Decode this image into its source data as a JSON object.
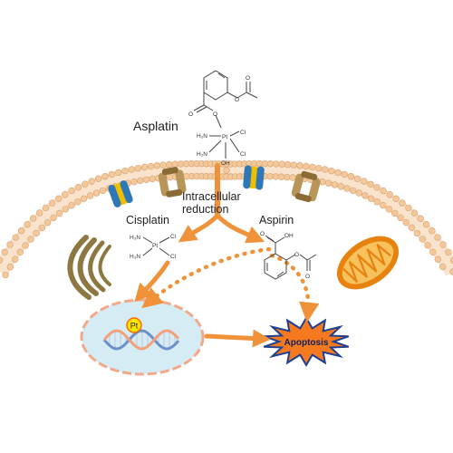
{
  "labels": {
    "asplatin": "Asplatin",
    "intracellular_reduction": "Intracellular\nreduction",
    "cisplatin": "Cisplatin",
    "aspirin": "Aspirin",
    "pt": "Pt",
    "apoptosis": "Apoptosis"
  },
  "structure_text": {
    "asplatin": {
      "o1": "O",
      "o2": "O",
      "o3": "O",
      "o4": "O",
      "h2n_1": "H₂N",
      "h2n_2": "H₂N",
      "pt": "Pt",
      "cl1": "Cl",
      "cl2": "Cl",
      "oh": "OH"
    },
    "cisplatin": {
      "h3n_1": "H₃N",
      "h3n_2": "H₃N",
      "pt": "Pt",
      "cl1": "Cl",
      "cl2": "Cl"
    },
    "aspirin": {
      "o1": "O",
      "oh": "OH",
      "o2": "O",
      "o3": "O"
    }
  },
  "colors": {
    "membrane_head": "#f3c89a",
    "membrane_stroke": "#d9a373",
    "arrow": "#f0923a",
    "channel_blue": "#2e78b8",
    "channel_tan": "#b8965a",
    "golgi": "#8c7840",
    "mito_outer": "#e8820f",
    "mito_inner": "#f7c15c",
    "nucleus_fill": "#d6ecf5",
    "nucleus_stroke": "#f2a98a",
    "dna_blue": "#6b8fc6",
    "dna_orange": "#f2a07c",
    "pt_fill": "#ffe600",
    "apoptosis_fill": "#f57a1f",
    "apoptosis_stroke": "#1f3f8f"
  }
}
